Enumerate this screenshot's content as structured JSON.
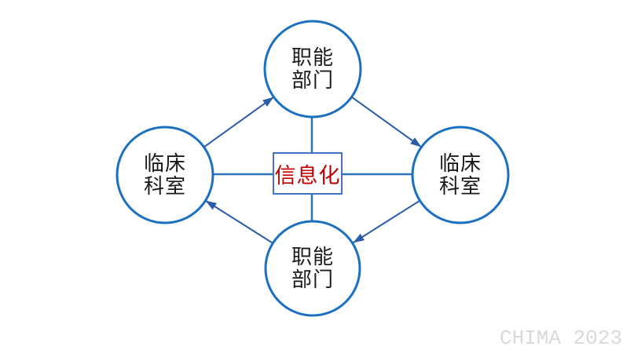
{
  "diagram": {
    "description": "cycle-diagram of clinical and functional departments around informatization hub",
    "center": {
      "label": "信息化"
    },
    "nodes": {
      "top": {
        "label": "职能\n部门"
      },
      "right": {
        "label": "临床\n科室"
      },
      "bottom": {
        "label": "职能\n部门"
      },
      "left": {
        "label": "临床\n科室"
      }
    },
    "edges": [
      {
        "from": "left-circle",
        "to": "top-circle",
        "type": "arrow"
      },
      {
        "from": "top-circle",
        "to": "right-circle",
        "type": "arrow"
      },
      {
        "from": "right-circle",
        "to": "bottom-circle",
        "type": "arrow"
      },
      {
        "from": "bottom-circle",
        "to": "left-circle",
        "type": "arrow"
      },
      {
        "from": "center-box",
        "to": "top-circle",
        "type": "line"
      },
      {
        "from": "center-box",
        "to": "right-circle",
        "type": "line"
      },
      {
        "from": "center-box",
        "to": "bottom-circle",
        "type": "line"
      },
      {
        "from": "center-box",
        "to": "left-circle",
        "type": "line"
      }
    ],
    "colors": {
      "circle_stroke": "#1b70c2",
      "arrow": "#2a5ca8",
      "connector": "#2e74b5",
      "box_border": "#4472c4",
      "center_text": "#c00000",
      "node_text": "#1a1a1a",
      "watermark": "#d9d9d9"
    }
  },
  "slide": {
    "watermark": "CHIMA 2023"
  }
}
